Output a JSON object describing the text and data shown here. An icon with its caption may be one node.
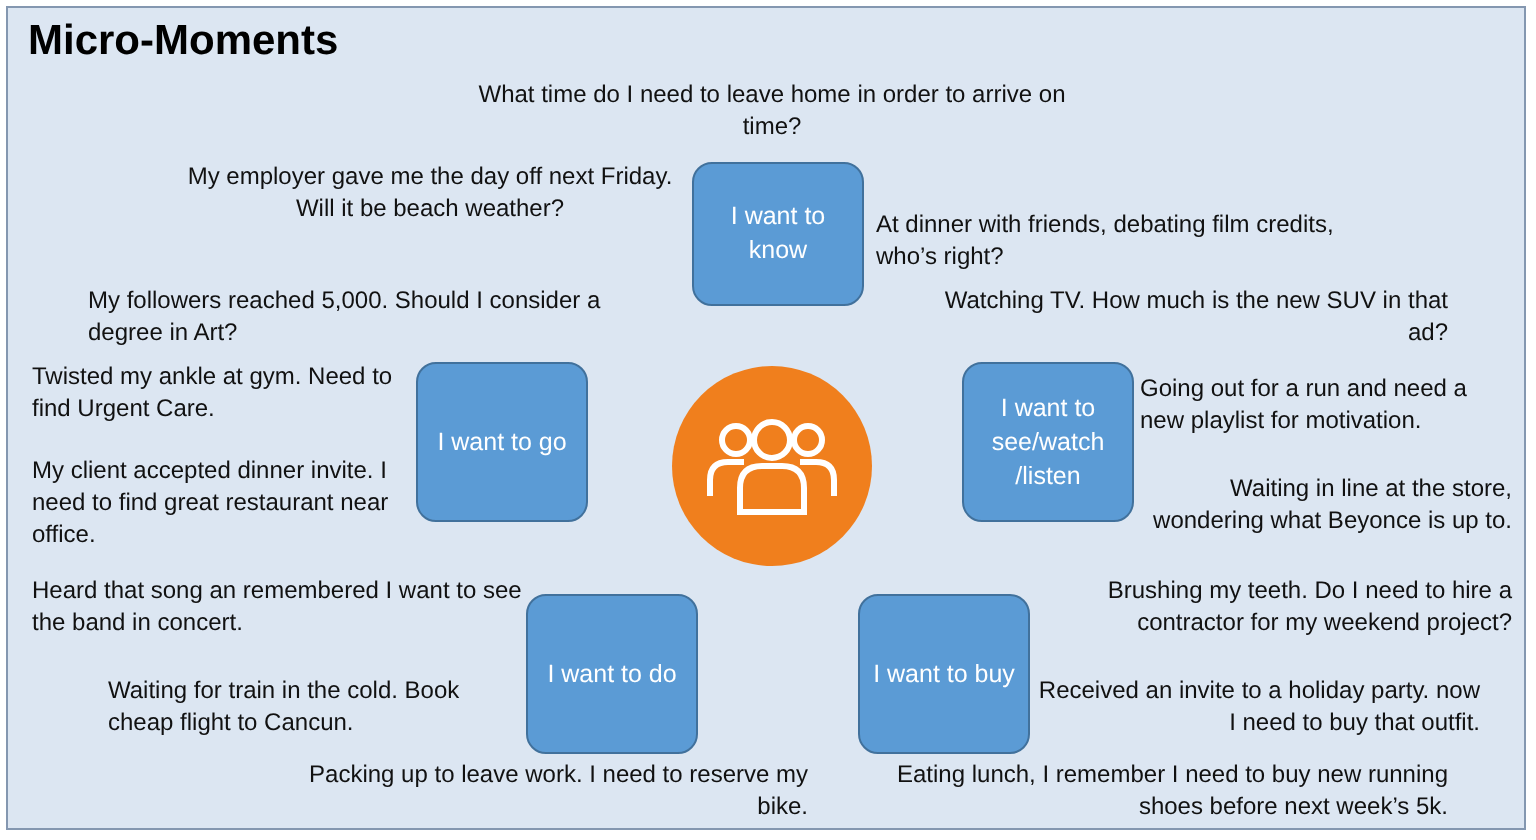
{
  "diagram": {
    "title": "Micro-Moments",
    "nodes": [
      {
        "text": [
          "I want to know"
        ]
      },
      {
        "text": [
          "I want to go"
        ]
      },
      {
        "text": [
          "I want to see/watch /listen"
        ]
      },
      {
        "text": [
          "I want to do"
        ]
      },
      {
        "text": [
          "I want to buy"
        ]
      }
    ],
    "labels": [
      "What time do I need to leave home in order to arrive on time?",
      "My employer gave me the day off next Friday. Will it be beach weather?",
      "At dinner with friends, debating film credits, who’s right?",
      "My followers reached 5,000. Should I consider a degree in Art?",
      "Watching TV. How much is the new SUV in that ad?",
      "Twisted my ankle at gym. Need to find Urgent Care.",
      "Going out for a run and need a new playlist for motivation.",
      "My client accepted dinner invite. I need to find great restaurant near office.",
      "Waiting in line at the store, wondering what Beyonce is up to.",
      "Heard that song an remembered I want to see the band in concert.",
      "Brushing my teeth. Do I need to hire a contractor for my weekend project?",
      "Waiting for train in the cold. Book cheap flight to Cancun.",
      "Received an invite to a holiday party. now I need to buy that outfit.",
      "Packing up to leave work. I need to reserve my bike.",
      "Eating lunch, I remember I need to buy new running shoes before next week’s 5k."
    ]
  }
}
